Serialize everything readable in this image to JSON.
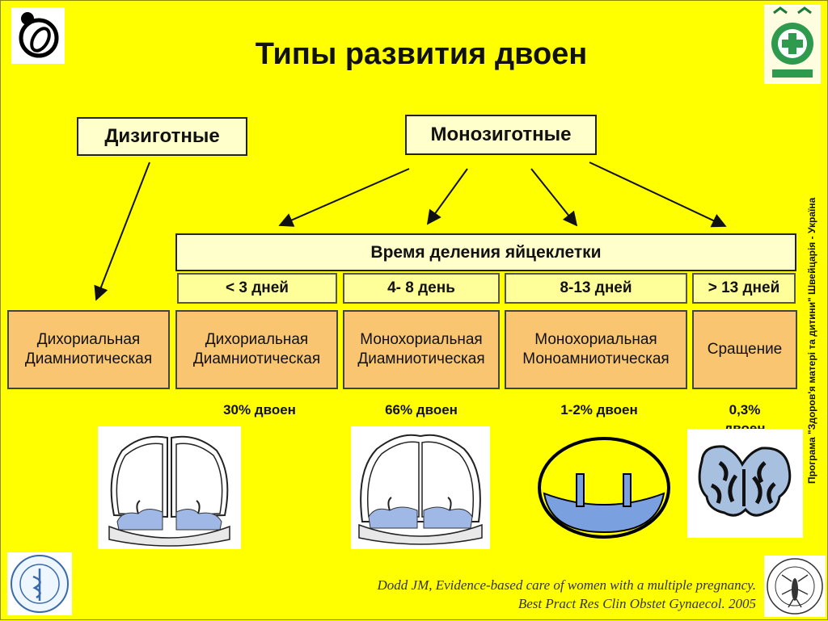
{
  "title": "Типы развития двоен",
  "categories": {
    "dizygotic": "Дизиготные",
    "monozygotic": "Монозиготные"
  },
  "division_time_header": "Время деления яйцеклетки",
  "intervals": [
    "< 3 дней",
    "4- 8 день",
    "8-13 дней",
    "> 13 дней"
  ],
  "types": {
    "dizygotic": [
      "Дихориальная",
      "Диамниотическая"
    ],
    "mono_lt3": [
      "Дихориальная",
      "Диамниотическая"
    ],
    "mono_4_8": [
      "Монохориальная",
      "Диамниотическая"
    ],
    "mono_8_13": [
      "Монохориальная",
      "Моноамниотическая"
    ],
    "mono_gt13": [
      "Сращение"
    ]
  },
  "percentages": [
    "30% двоен",
    "66% двоен",
    "1-2% двоен",
    "0,3%",
    "двоен"
  ],
  "side_text": "Програма \"Здоров'я матері та дитини\" Швейцарія - Україна",
  "citation": {
    "line1": "Dodd JM, Evidence-based care of women with a multiple pregnancy.",
    "line2": "Best Pract Res Clin Obstet Gynaecol. 2005"
  },
  "colors": {
    "background": "#ffff00",
    "header_box": "#ffffcc",
    "type_box": "#f9c571",
    "amniotic_fluid": "#9fb8e6"
  }
}
